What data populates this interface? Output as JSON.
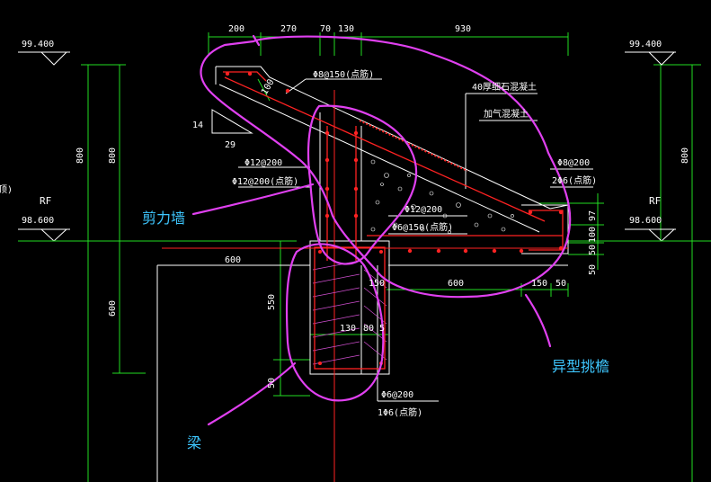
{
  "levels": {
    "left_top": "99.400",
    "right_top": "99.400",
    "left_rf": "RF",
    "left_rf_value": "98.600",
    "right_rf": "RF",
    "right_rf_value": "98.600",
    "left_cut_text": "顶)"
  },
  "dimensions": {
    "top": [
      "200",
      "270",
      "70",
      "130",
      "930"
    ],
    "left_height_upper": "800",
    "right_height_upper": "800",
    "left_height_lower": "600",
    "beam_depth_550": "550",
    "beam_bottom_50": "50",
    "span_600_left": "600",
    "span_600_right": "600",
    "edge_150": "150",
    "edge_50": "50",
    "beam_width_130": "130",
    "beam_width_80": "80",
    "beam_width_5": "5",
    "thick_100": "100",
    "right_side": [
      "97",
      "100",
      "50",
      "50"
    ],
    "slope_14": "14",
    "slope_29": "29",
    "slab_150": "150"
  },
  "rebar_notes": {
    "top_slab": "Φ8@150(点筋)",
    "concrete_40": "40厚细石混凝土",
    "aerated": "加气混凝土",
    "wall_12": "Φ12@200",
    "wall_12_dots": "Φ12@200(点筋)",
    "eave_8": "Φ8@200",
    "eave_2_6": "2Φ6(点筋)",
    "slab_12": "Φ12@200",
    "slab_6": "Φ6@150(点筋)",
    "stirrup_6": "Φ6@200",
    "stirrup_6_dots": "1Φ6(点筋)"
  },
  "annotations": {
    "shear_wall": "剪力墙",
    "special_eave": "异型挑檐",
    "beam": "梁"
  },
  "colors": {
    "background": "#000000",
    "dimension_line": "#22dd22",
    "text": "#ffffff",
    "annotation": "#3ec7ff",
    "markup": "#e040f0",
    "rebar": "#ff2222",
    "hatch": "#d14fd1"
  }
}
